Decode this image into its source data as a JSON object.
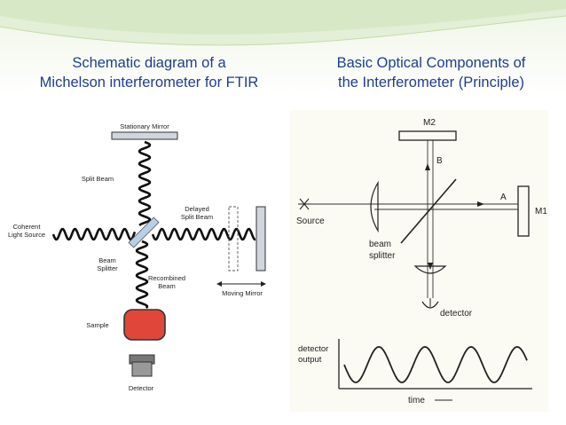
{
  "titles": {
    "left_line1": "Schematic diagram of a",
    "left_line2": "Michelson interferometer for FTIR",
    "right_line1": "Basic Optical Components of",
    "right_line2": "the Interferometer (Principle)"
  },
  "left_diagram": {
    "stationary_mirror": "Stationary Mirror",
    "split_beam": "Split Beam",
    "delayed_line1": "Delayed",
    "delayed_line2": "Split Beam",
    "coherent_line1": "Coherent",
    "coherent_line2": "Light Source",
    "beam_line1": "Beam",
    "beam_line2": "Splitter",
    "recombined_line1": "Recombined",
    "recombined_line2": "Beam",
    "moving_mirror": "Moving Mirror",
    "sample": "Sample",
    "detector": "Detector"
  },
  "right_diagram": {
    "m2": "M2",
    "m1": "M1",
    "b": "B",
    "a": "A",
    "source": "Source",
    "beam": "beam",
    "splitter": "splitter",
    "detector": "detector",
    "detector_output_line1": "detector",
    "detector_output_line2": "output",
    "time": "time"
  },
  "colors": {
    "title": "#1f3f8f",
    "sample_fill": "#e0463a",
    "ink": "#222222"
  }
}
